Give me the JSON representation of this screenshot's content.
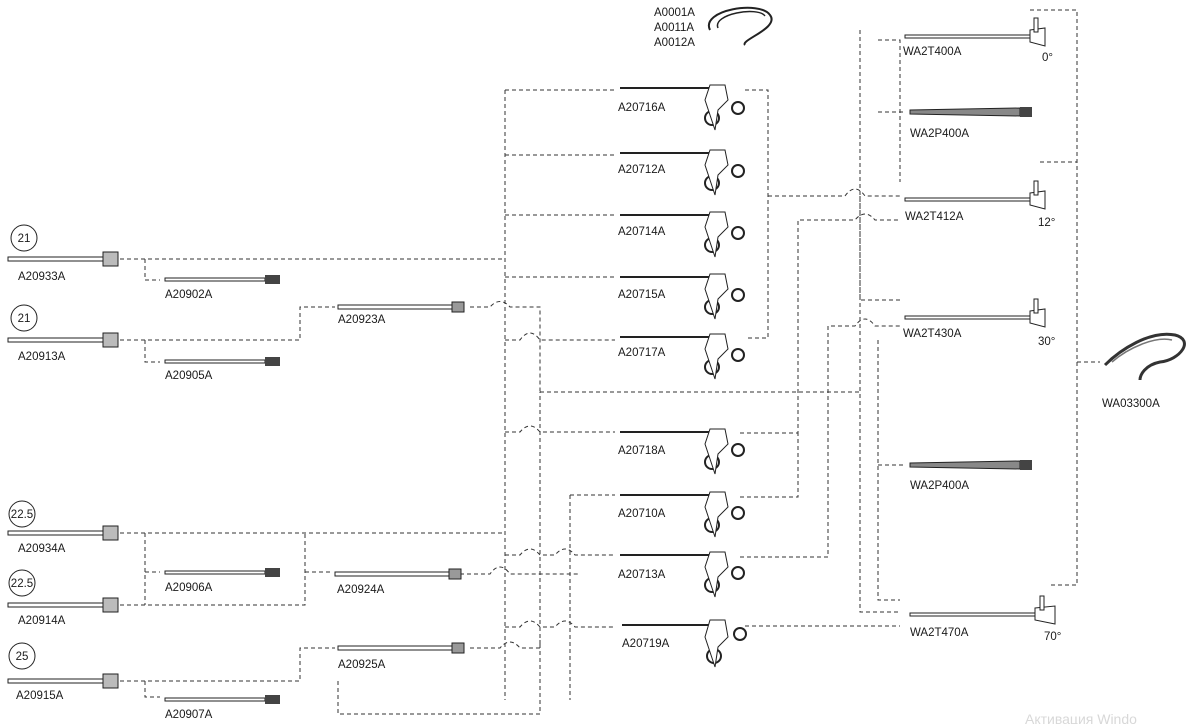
{
  "sheaths": [
    {
      "code": "A20933A",
      "size": "21"
    },
    {
      "code": "A20913A",
      "size": "21"
    },
    {
      "code": "A20934A",
      "size": "22.5"
    },
    {
      "code": "A20914A",
      "size": "22.5"
    },
    {
      "code": "A20915A",
      "size": "25"
    }
  ],
  "obturators": [
    "A20902A",
    "A20905A",
    "A20906A",
    "A20907A"
  ],
  "inner_sheaths": [
    "A20923A",
    "A20924A",
    "A20925A"
  ],
  "cable": {
    "codes": [
      "A0001A",
      "A0011A",
      "A0012A"
    ]
  },
  "working_elements": [
    "A20716A",
    "A20712A",
    "A20714A",
    "A20715A",
    "A20717A",
    "A20718A",
    "A20710A",
    "A20713A",
    "A20719A"
  ],
  "telescopes": [
    {
      "code": "WA2T400A",
      "angle": "0°"
    },
    {
      "code": "WA2T412A",
      "angle": "12°"
    },
    {
      "code": "WA2T430A",
      "angle": "30°"
    },
    {
      "code": "WA2T470A",
      "angle": "70°"
    }
  ],
  "protectors": [
    "WA2P400A",
    "WA2P400A"
  ],
  "light_cable": "WA03300A",
  "watermark": "Активация Windo"
}
